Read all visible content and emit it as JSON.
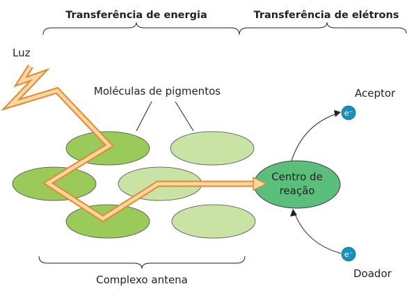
{
  "headers": {
    "energy_transfer": "Transferência de energia",
    "electron_transfer": "Transferência de elétrons"
  },
  "labels": {
    "light": "Luz",
    "pigment_molecules": "Moléculas de pigmentos",
    "acceptor": "Aceptor",
    "donor": "Doador",
    "antenna_complex": "Complexo antena",
    "reaction_center_line1": "Centro de",
    "reaction_center_line2": "reação",
    "electron_symbol": "e⁻"
  },
  "colors": {
    "pigment_dark": "#9acb5a",
    "pigment_light": "#c9e3a4",
    "reaction_center": "#5bbf7c",
    "electron": "#1a8fb8",
    "arrow_fill": "#fbd5a2",
    "arrow_stroke": "#e08a2e",
    "line": "#231f20"
  }
}
